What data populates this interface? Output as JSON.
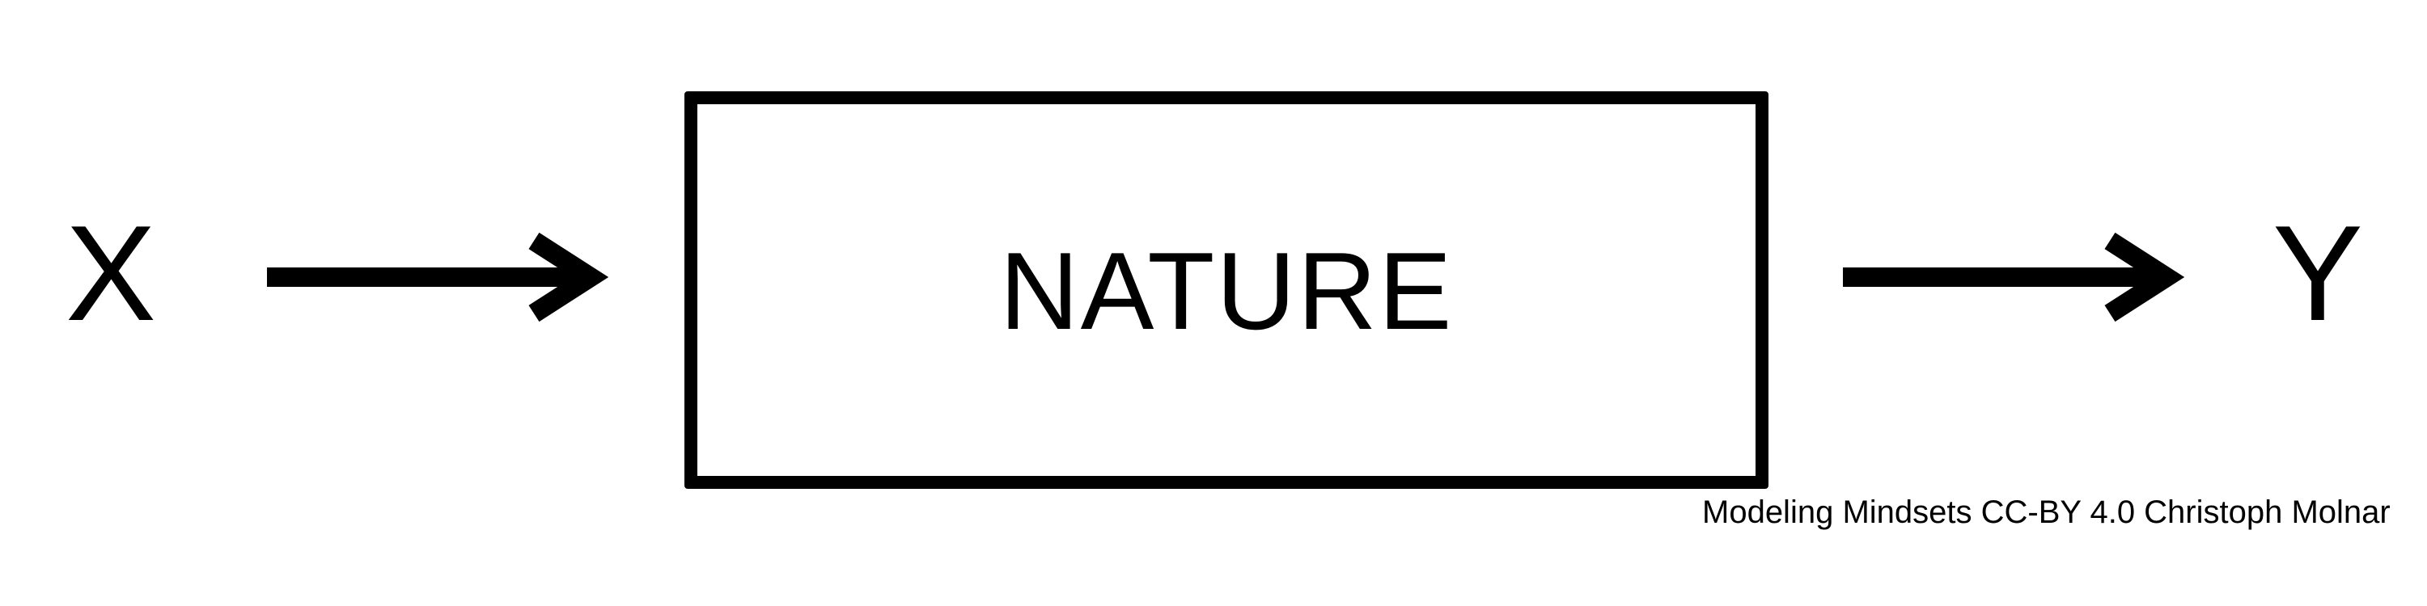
{
  "diagram": {
    "input_label": "X",
    "box_label": "NATURE",
    "output_label": "Y",
    "credit": "Modeling Mindsets CC-BY 4.0 Christoph Molnar"
  },
  "colors": {
    "stroke": "#000000",
    "background": "#ffffff"
  },
  "icons": {
    "left_arrow": "arrow-right-icon",
    "right_arrow": "arrow-right-icon"
  }
}
